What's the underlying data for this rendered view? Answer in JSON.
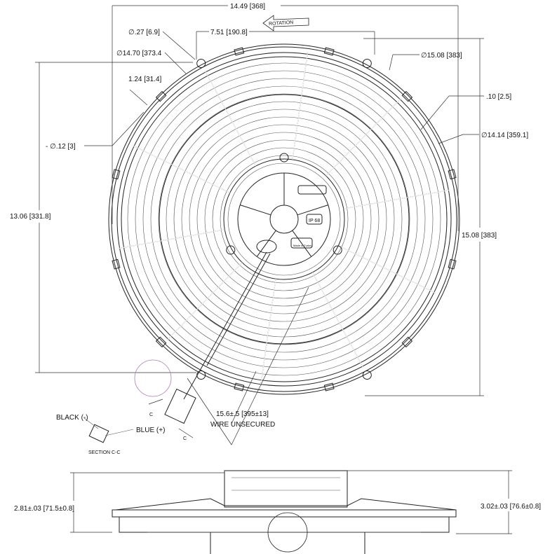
{
  "drawing": {
    "overall_width": "14.49 [368]",
    "rotation_label": "ROTATION",
    "hole_dia": "∅.27 [6.9]",
    "hole_offset": "7.51 [190.8]",
    "bolt_circle": "∅14.70 [373.4",
    "tab_depth": "1.24 [31.4]",
    "small_hole": "- ∅.12 [3]",
    "outer_dia": "∅15.08 [383]",
    "gap": ".10 [2.5]",
    "shroud_dia": "∅14.14 [359.1]",
    "overall_height_left": "13.06 [331.8]",
    "overall_height_right": "15.08 [383]",
    "wire_length": "15.6±.5 [395±13]",
    "wire_note": "WIRE UNSECURED",
    "black_wire": "BLACK (-)",
    "blue_wire": "BLUE (+)",
    "section_label": "SECTION C-C",
    "section_mark": "C",
    "hub_rating": "IP 68",
    "hub_origin": "Made in Turkey",
    "depth_left": "2.81±.03 [71.5±0.8]",
    "depth_right": "3.02±.03 [76.6±0.8]"
  },
  "colors": {
    "line": "#222222",
    "detail_circle": "#b07ab8"
  }
}
